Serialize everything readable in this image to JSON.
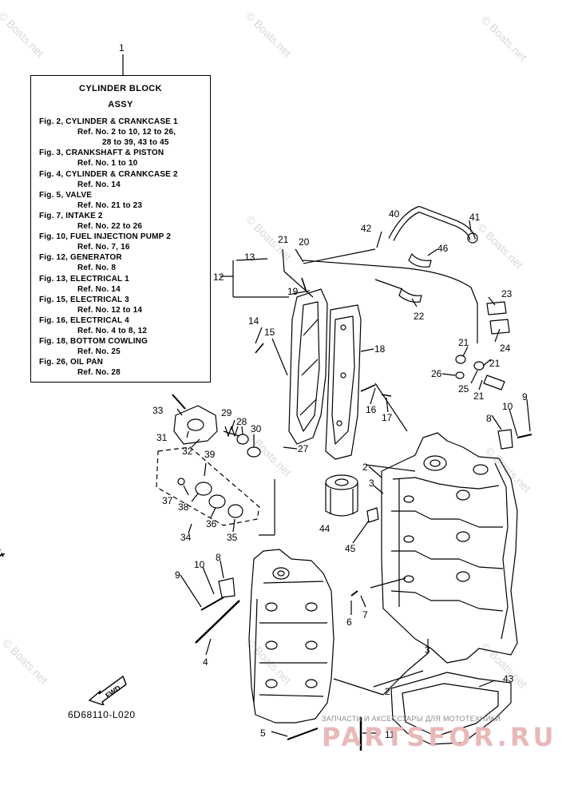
{
  "reference_box": {
    "callout": "1",
    "title_line1": "CYLINDER BLOCK",
    "title_line2": "ASSY",
    "lines": [
      {
        "text": "Fig. 2, CYLINDER & CRANKCASE 1",
        "kind": "fig"
      },
      {
        "text": "Ref. No. 2 to 10, 12 to 26,",
        "kind": "sub"
      },
      {
        "text": "28 to 39, 43 to 45",
        "kind": "sub2"
      },
      {
        "text": "Fig. 3, CRANKSHAFT & PISTON",
        "kind": "fig"
      },
      {
        "text": "Ref. No. 1 to 10",
        "kind": "sub"
      },
      {
        "text": "Fig. 4, CYLINDER & CRANKCASE 2",
        "kind": "fig"
      },
      {
        "text": "Ref. No. 14",
        "kind": "sub"
      },
      {
        "text": "Fig. 5, VALVE",
        "kind": "fig"
      },
      {
        "text": "Ref. No. 21 to 23",
        "kind": "sub"
      },
      {
        "text": "Fig. 7, INTAKE 2",
        "kind": "fig"
      },
      {
        "text": "Ref. No. 22 to 26",
        "kind": "sub"
      },
      {
        "text": "Fig. 10, FUEL INJECTION PUMP 2",
        "kind": "fig"
      },
      {
        "text": "Ref. No. 7, 16",
        "kind": "sub"
      },
      {
        "text": "Fig. 12, GENERATOR",
        "kind": "fig"
      },
      {
        "text": "Ref. No. 8",
        "kind": "sub"
      },
      {
        "text": "Fig. 13, ELECTRICAL 1",
        "kind": "fig"
      },
      {
        "text": "Ref. No. 14",
        "kind": "sub"
      },
      {
        "text": "Fig. 15, ELECTRICAL 3",
        "kind": "fig"
      },
      {
        "text": "Ref. No. 12 to 14",
        "kind": "sub"
      },
      {
        "text": "Fig. 16, ELECTRICAL 4",
        "kind": "fig"
      },
      {
        "text": "Ref. No. 4 to 8, 12",
        "kind": "sub"
      },
      {
        "text": "Fig. 18, BOTTOM COWLING",
        "kind": "fig"
      },
      {
        "text": "Ref. No. 25",
        "kind": "sub"
      },
      {
        "text": "Fig. 26, OIL PAN",
        "kind": "fig"
      },
      {
        "text": "Ref. No. 28",
        "kind": "sub"
      }
    ]
  },
  "callouts": [
    "2",
    "3",
    "4",
    "5",
    "6",
    "7",
    "8",
    "9",
    "10",
    "11",
    "12",
    "13",
    "14",
    "15",
    "16",
    "17",
    "18",
    "19",
    "20",
    "21",
    "22",
    "23",
    "24",
    "25",
    "26",
    "27",
    "28",
    "29",
    "30",
    "31",
    "32",
    "33",
    "34",
    "35",
    "36",
    "37",
    "38",
    "39",
    "40",
    "41",
    "42",
    "43",
    "44",
    "45",
    "46"
  ],
  "diagram_code": "6D68110-L020",
  "fwd_label": "FWD",
  "side_copyright": "© Boats.net",
  "watermark_text": "© Boats.net",
  "brand_top": "ЗАПЧАСТИ И АКСЕССУАРЫ ДЛЯ МОТОТЕХНИКИ",
  "brand_main": "PARTSFOR.RU",
  "colors": {
    "line": "#000000",
    "watermark": "#d9d9d9",
    "brand": "#e9b8b8"
  }
}
